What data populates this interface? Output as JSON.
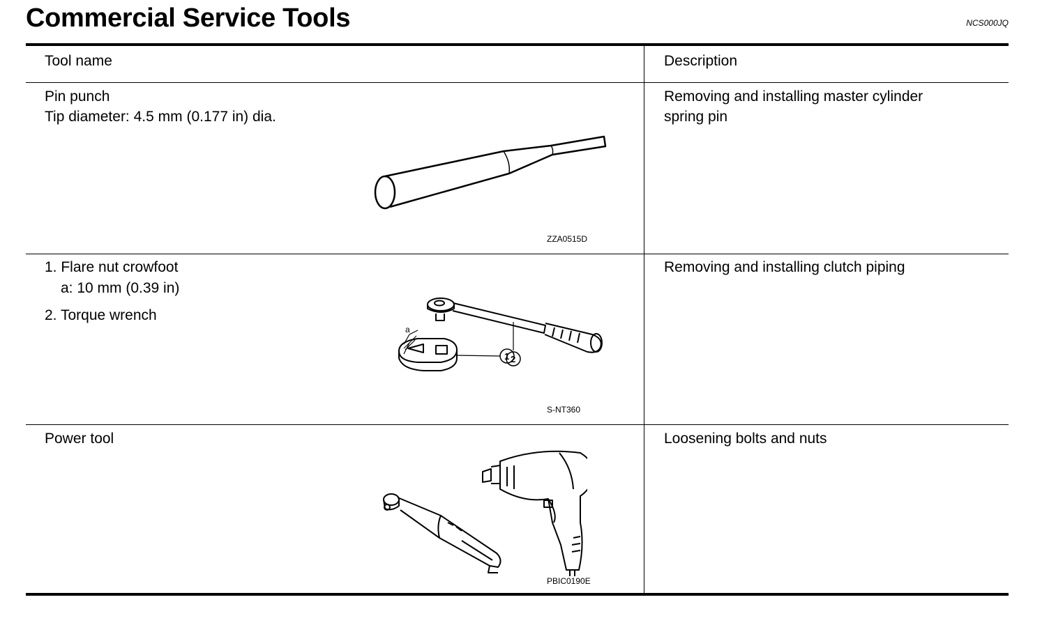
{
  "page": {
    "title": "Commercial Service Tools",
    "code": "NCS000JQ"
  },
  "table": {
    "headers": {
      "tool_name": "Tool name",
      "description": "Description"
    },
    "rows": [
      {
        "tool_lines": [
          "Pin punch",
          "Tip diameter: 4.5 mm (0.177 in) dia."
        ],
        "description_lines": [
          "Removing and installing master cylinder",
          "spring pin"
        ],
        "figure_code": "ZZA0515D",
        "illustration_icon": "pin-punch-icon"
      },
      {
        "tool_lines": [
          "1.  Flare nut crowfoot",
          "a: 10 mm (0.39 in)",
          "2. Torque wrench"
        ],
        "description_lines": [
          "Removing and installing clutch piping"
        ],
        "figure_code": "S-NT360",
        "figure_labels": [
          "a",
          "1",
          "2"
        ],
        "illustration_icon": "flare-nut-crowfoot-torque-wrench-icon"
      },
      {
        "tool_lines": [
          "Power tool"
        ],
        "description_lines": [
          "Loosening bolts and nuts"
        ],
        "figure_code": "PBIC0190E",
        "illustration_icon": "power-tool-icon"
      }
    ]
  }
}
